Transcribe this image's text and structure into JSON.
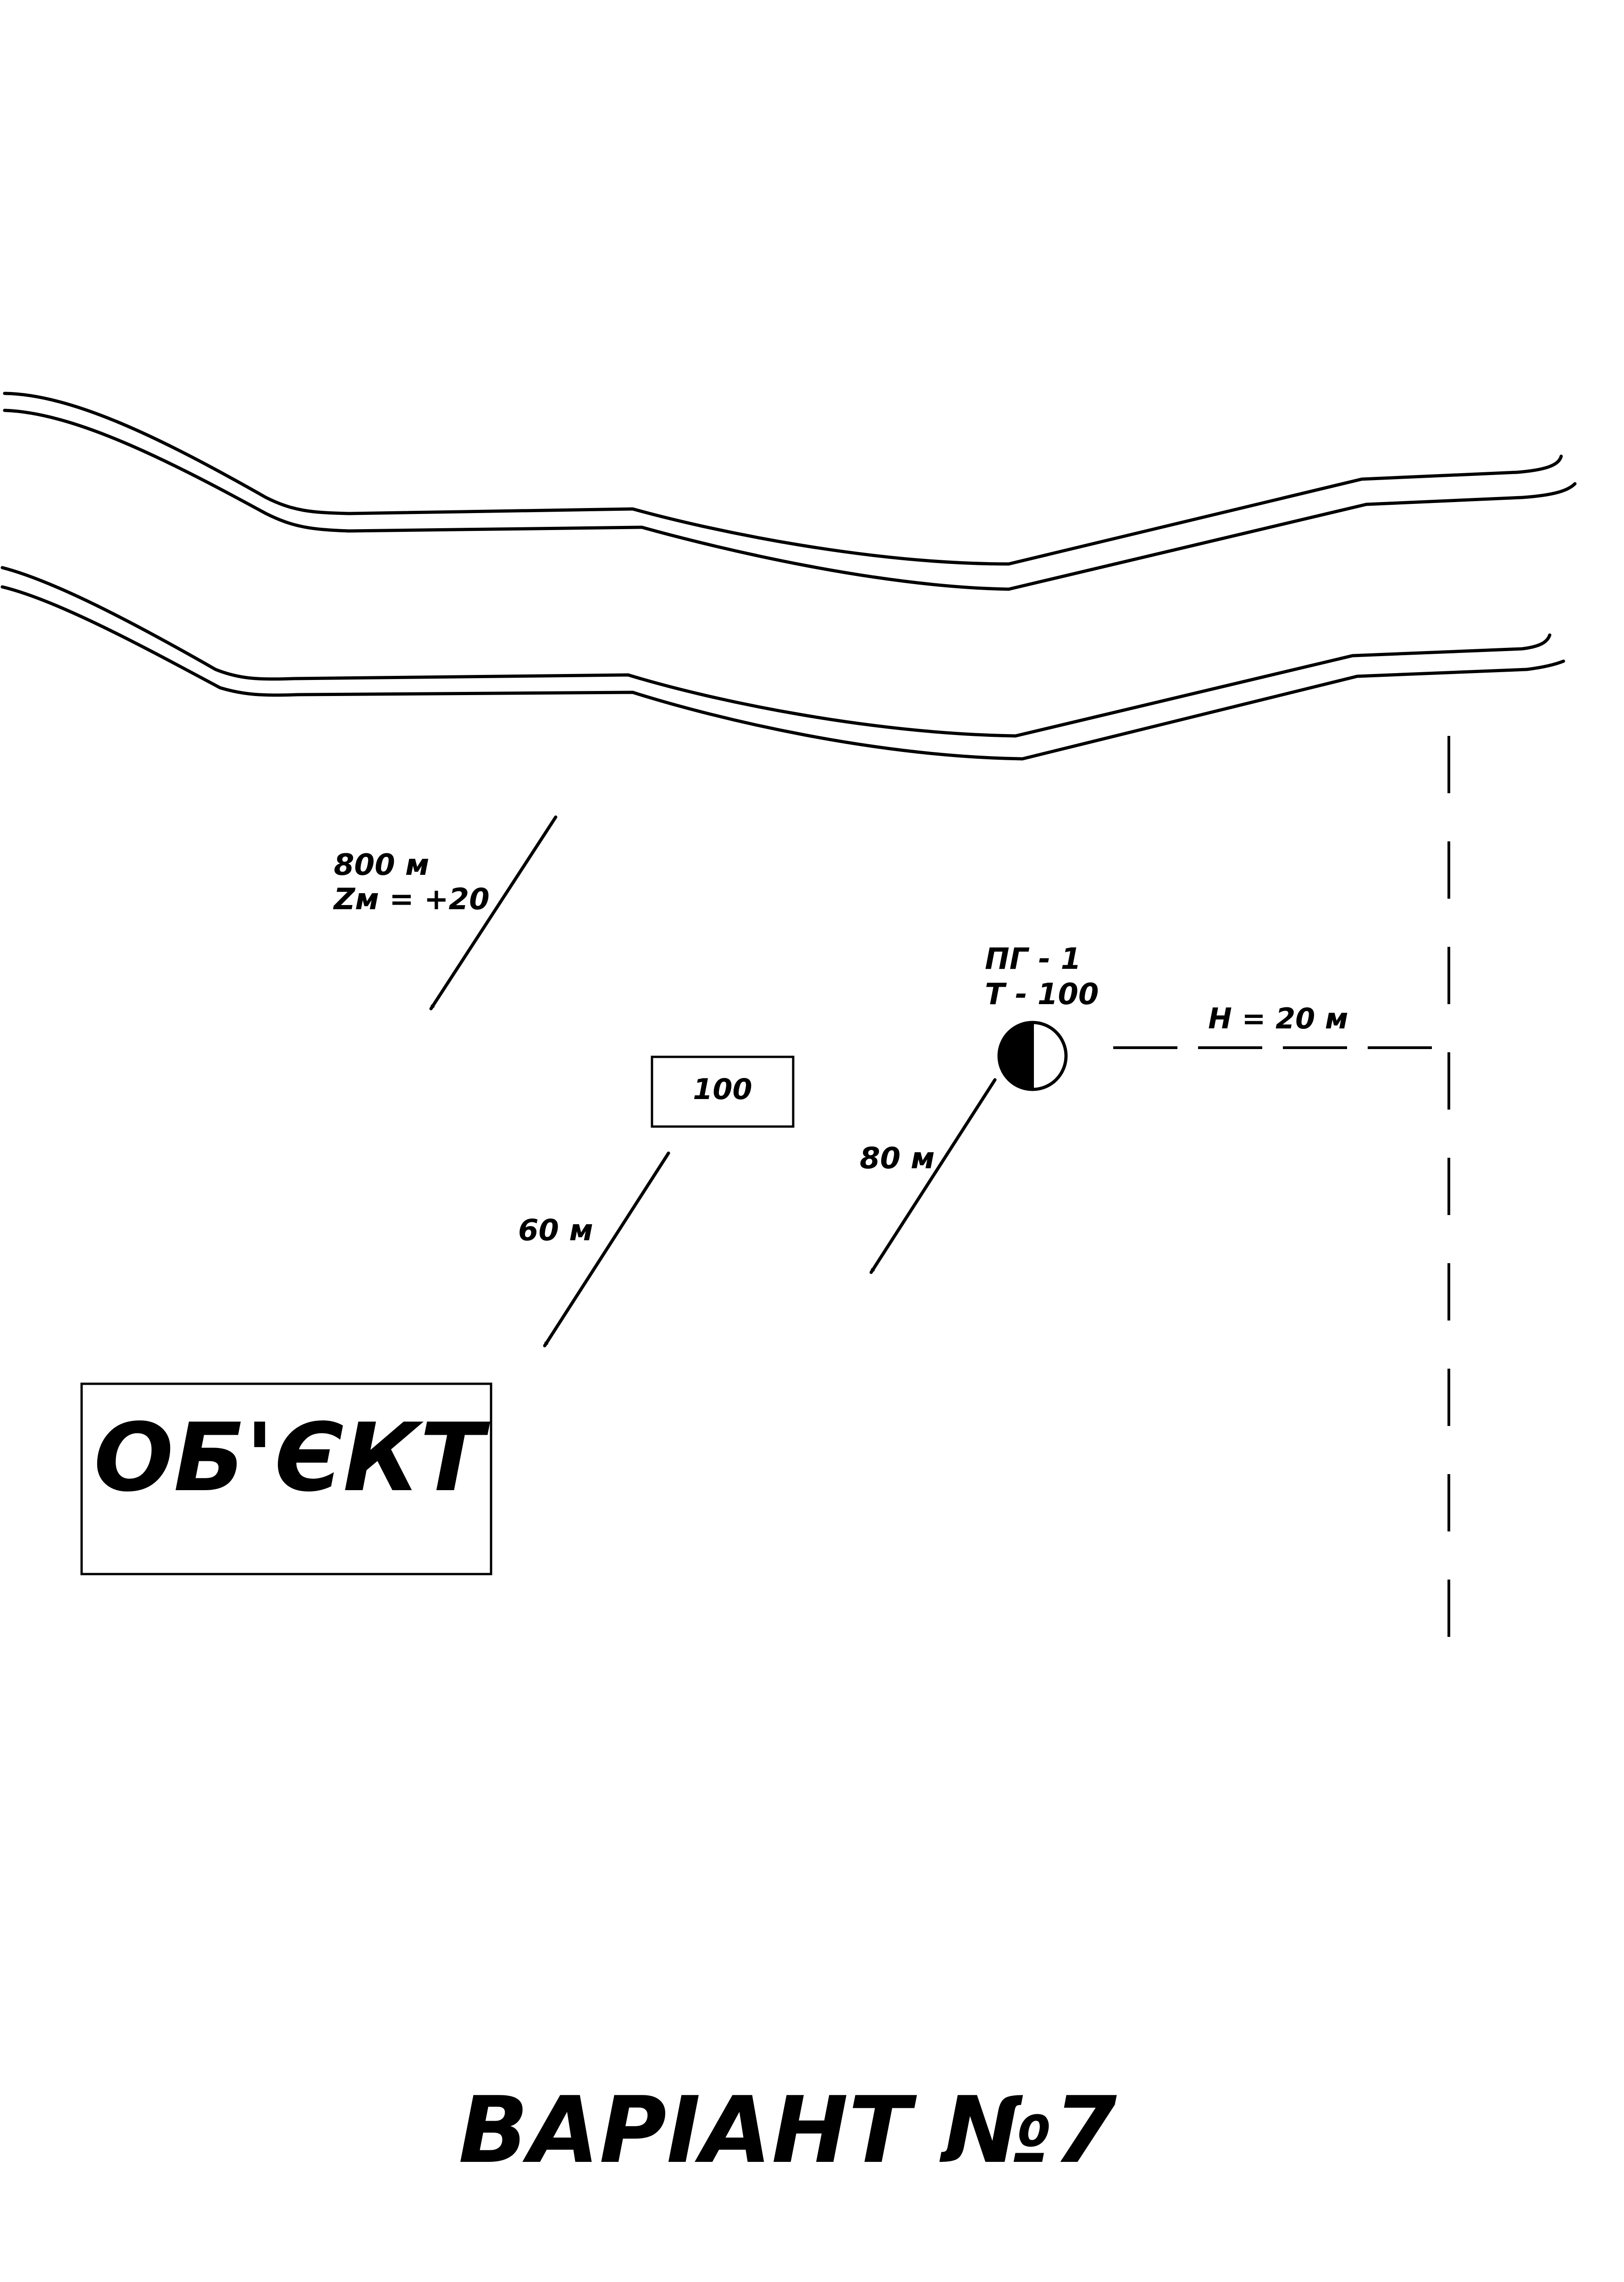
{
  "labels": {
    "arrow_wind_distance": "800 м",
    "arrow_wind_azimuth": "Zм = +20",
    "point_name": "ПГ - 1",
    "point_type": "Т - 100",
    "boundary_distance": "Н = 20 м",
    "box_value": "100",
    "arrow_box_distance": "60 м",
    "arrow_point_distance": "80 м",
    "object_label": "ОБ'ЄКТ",
    "variant_title": "ВАРІАНТ №7"
  },
  "icons": {
    "point_marker": "half-filled-circle-icon",
    "arrows": "arrow-icon"
  },
  "colors": {
    "ink": "#000000",
    "paper": "#ffffff"
  }
}
